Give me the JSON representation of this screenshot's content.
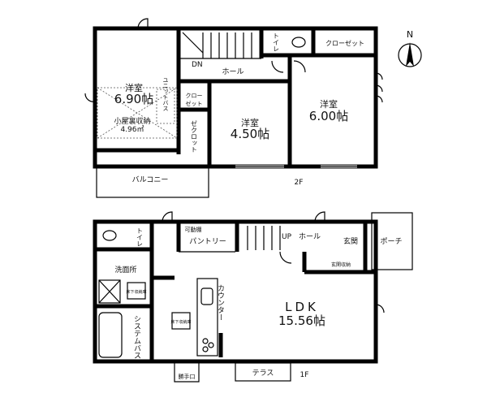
{
  "north": "N",
  "floor2": {
    "label": "2F",
    "room_a": {
      "name": "洋室",
      "size": "6.90帖"
    },
    "attic": {
      "name": "小屋裏収納",
      "size": "4.96㎡"
    },
    "bath_unit": "ユニットバス",
    "hall": "ホール",
    "dn": "DN",
    "toilet": "トイレ",
    "closet_top": "クローゼット",
    "closet_small": "クローゼット",
    "closet_small_l1": "クロー",
    "closet_small_l2": "ゼット",
    "closet_vert": "ゼクロット",
    "room_b": {
      "name": "洋室",
      "size": "4.50帖"
    },
    "room_c": {
      "name": "洋室",
      "size": "6.00帖"
    },
    "balcony": "バルコニー"
  },
  "floor1": {
    "label": "1F",
    "toilet": "トイレ",
    "washroom": "洗面所",
    "bath": "システムバス",
    "underfloor_1": "床下収納庫",
    "underfloor_2": "床下収納庫",
    "shelf": "可動棚",
    "pantry": "パントリー",
    "up": "UP",
    "hall": "ホール",
    "entrance": "玄関",
    "entrance_storage": "玄関収納",
    "porch": "ポーチ",
    "counter": "カウンター",
    "ldk": {
      "name": "LDK",
      "size": "15.56帖"
    },
    "terrace": "テラス",
    "back_door": "勝手口"
  }
}
